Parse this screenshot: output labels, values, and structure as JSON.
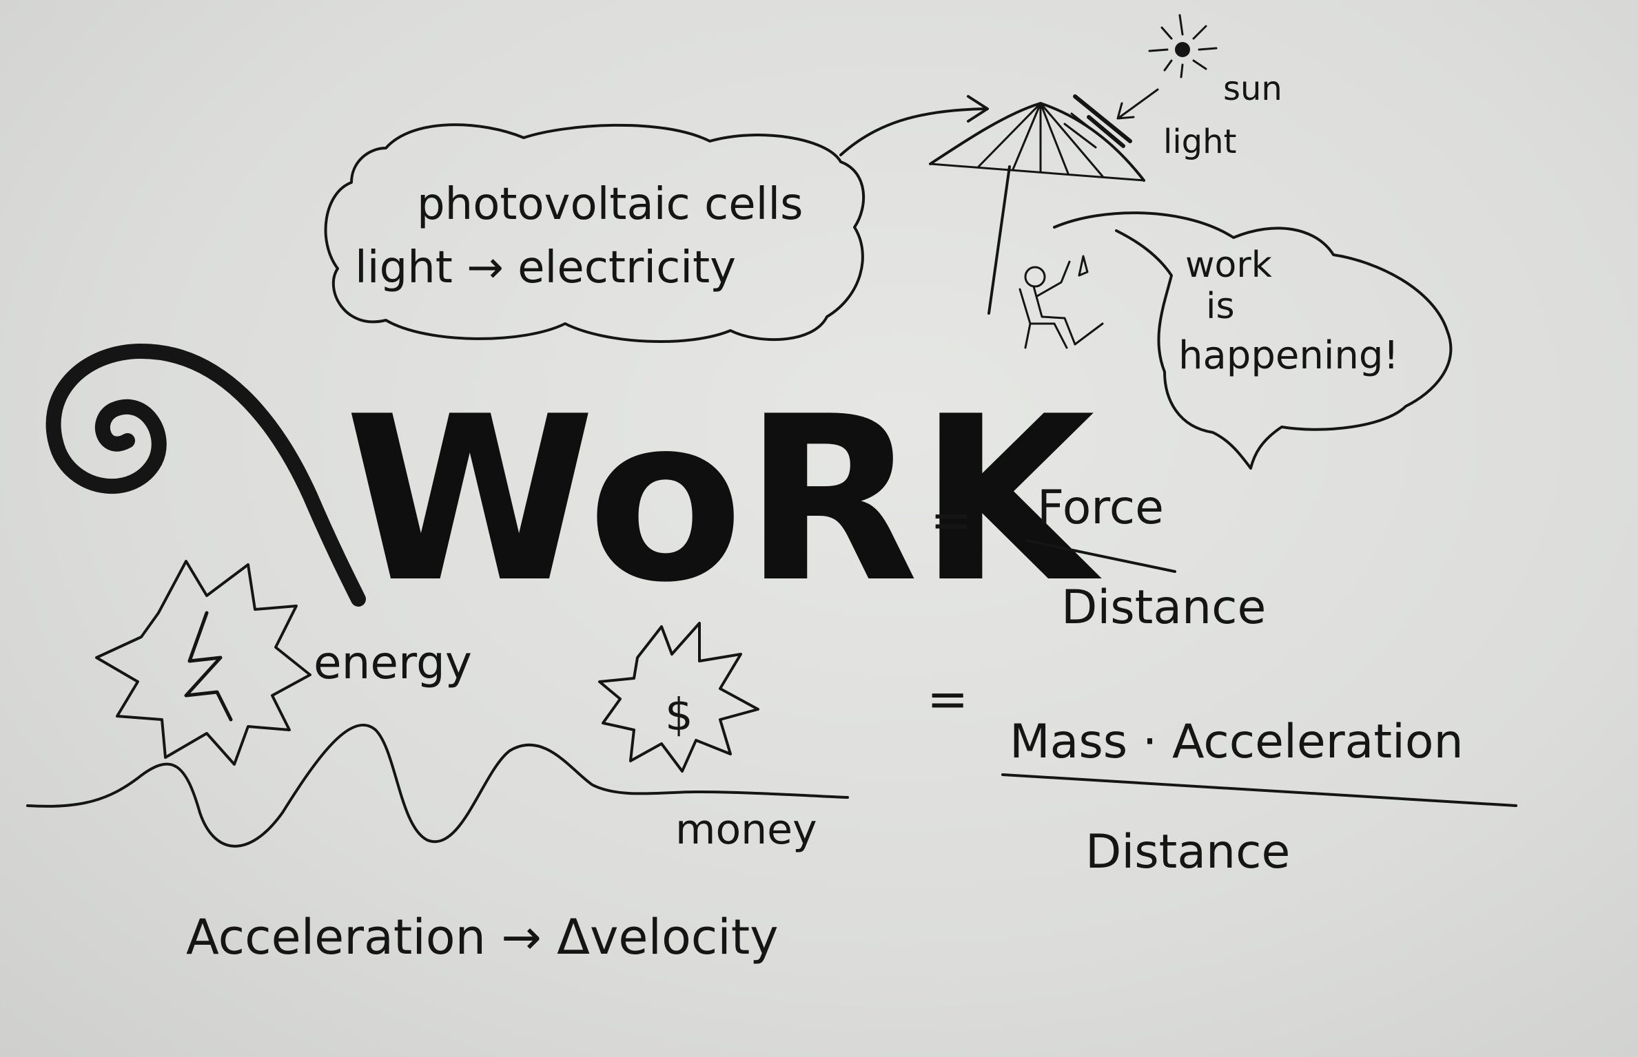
{
  "note": {
    "photo_bubble_line1": "photovoltaic cells",
    "photo_bubble_line2": "light → electricity",
    "sun_label": "sun",
    "light_label": "light",
    "work_bubble_line1": "work",
    "work_bubble_line2": "is",
    "work_bubble_line3": "happening!",
    "title": "WoRK",
    "eq1_sign": "=",
    "eq1_numerator": "Force",
    "eq1_denominator": "Distance",
    "eq2_sign": "=",
    "eq2_numerator": "Mass · Acceleration",
    "eq2_denominator": "Distance",
    "energy_label": "energy",
    "dollar_symbol": "$",
    "money_label": "money",
    "bottom_line": "Acceleration → Δvelocity"
  },
  "colors": {
    "ink": "#151515",
    "paper": "#e2e3e0"
  }
}
